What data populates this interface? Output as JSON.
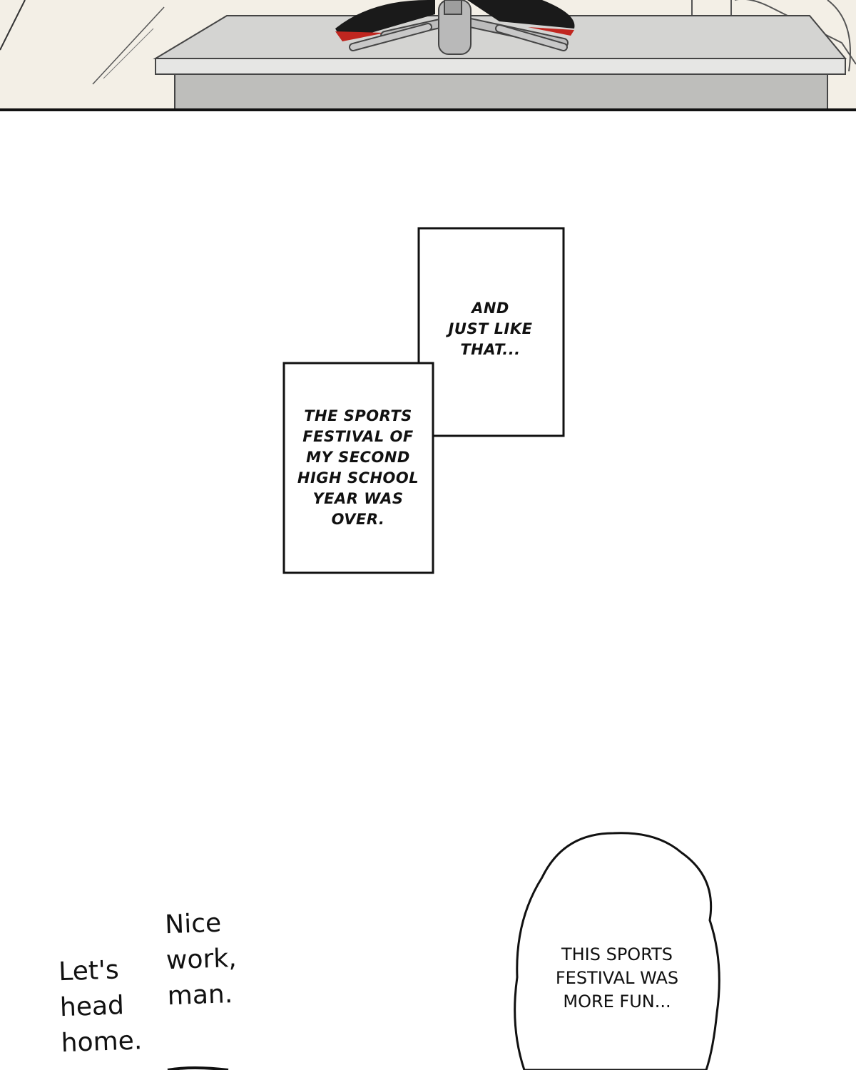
{
  "captions": {
    "and_just_like_that": "AND\nJUST LIKE\nTHAT...",
    "festival_over": "THE SPORTS\nFESTIVAL OF\nMY SECOND\nHIGH SCHOOL\nYEAR WAS\nOVER."
  },
  "sfx": {
    "lets_head_home": "Let's\nhead\nhome.",
    "nice_work_man": "Nice\nwork,\nman."
  },
  "speech": {
    "fun": "THIS SPORTS\nFESTIVAL WAS\nMORE FUN..."
  },
  "colors": {
    "panel_background": "#f3efe6",
    "desk_top": "#d4d4d2",
    "desk_front": "#bebebb",
    "chair_red": "#c0261f",
    "ink": "#111111"
  }
}
